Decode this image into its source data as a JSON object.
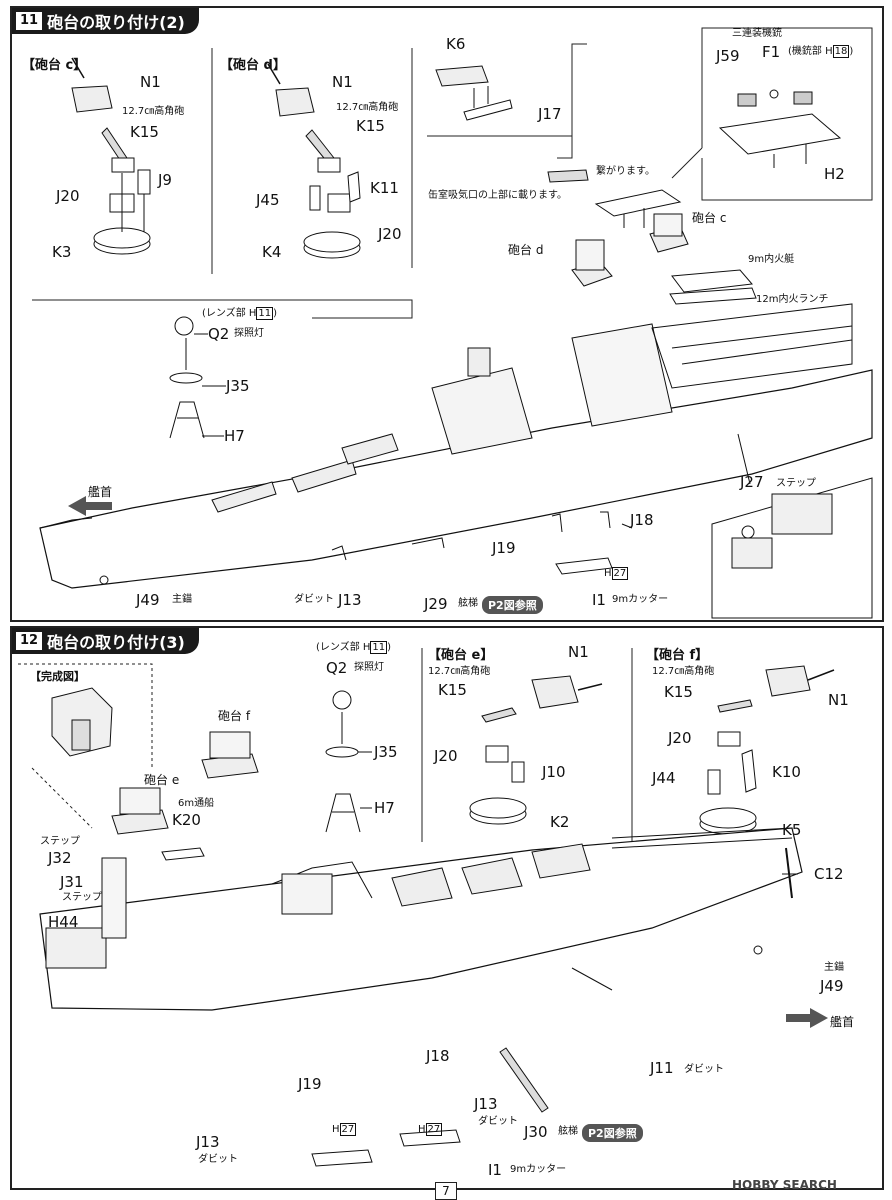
{
  "step11": {
    "number": "11",
    "title": "砲台の取り付け(2)",
    "group_c": "【砲台 c】",
    "group_d": "【砲台 d】",
    "c_parts": {
      "n1": "N1",
      "gun": "12.7㎝高角砲",
      "k15": "K15",
      "j9": "J9",
      "j20": "J20",
      "k3": "K3"
    },
    "d_parts": {
      "n1": "N1",
      "gun": "12.7㎝高角砲",
      "k15": "K15",
      "j45": "J45",
      "k11": "K11",
      "j20": "J20",
      "k4": "K4"
    },
    "funnel": {
      "k6": "K6",
      "j17": "J17",
      "note": "缶室吸気口の上部に載ります。"
    },
    "mg": {
      "title": "三連装機銃",
      "j59": "J59",
      "f1": "F1",
      "f1_note": "(機銃部 H",
      "f1_box": "18",
      "f1_close": ")",
      "h2": "H2",
      "connect": "繋がります。"
    },
    "mount_labels": {
      "d": "砲台 d",
      "c": "砲台 c"
    },
    "boats": {
      "launch9": "9m内火艇",
      "launch12": "12m内火ランチ"
    },
    "light": {
      "lens": "(レンズ部 H",
      "lens_box": "11",
      "lens_close": ")",
      "q2": "Q2",
      "q2_desc": "探照灯",
      "j35": "J35",
      "h7": "H7"
    },
    "bow": "艦首",
    "bottom": {
      "j49": "J49",
      "j49_desc": "主錨",
      "davit": "ダビット",
      "j13": "J13",
      "j29": "J29",
      "j29_desc": "舷梯",
      "ref": "P2図参照",
      "j19": "J19",
      "h27_label": "H",
      "h27_box": "27",
      "j18": "J18",
      "i1": "I1",
      "i1_desc": "9mカッター",
      "j27": "J27",
      "j27_desc": "ステップ"
    }
  },
  "step12": {
    "number": "12",
    "title": "砲台の取り付け(3)",
    "complete": "【完成図】",
    "group_e": "【砲台 e】",
    "group_f": "【砲台 f】",
    "light": {
      "lens": "(レンズ部 H",
      "lens_box": "11",
      "lens_close": ")",
      "q2": "Q2",
      "q2_desc": "探照灯",
      "j35": "J35",
      "h7": "H7"
    },
    "e_parts": {
      "gun": "12.7㎝高角砲",
      "n1": "N1",
      "k15": "K15",
      "j20": "J20",
      "j10": "J10",
      "k2": "K2"
    },
    "f_parts": {
      "gun": "12.7㎝高角砲",
      "k15": "K15",
      "n1": "N1",
      "j20": "J20",
      "j44": "J44",
      "k10": "K10",
      "k5": "K5"
    },
    "mount_labels": {
      "f": "砲台 f",
      "e": "砲台 e"
    },
    "boat6": "6m通船",
    "k20": "K20",
    "left": {
      "step1": "ステップ",
      "j32": "J32",
      "j31": "J31",
      "step2": "ステップ",
      "h44": "H44"
    },
    "c12": "C12",
    "anchor": {
      "desc": "主錨",
      "j49": "J49"
    },
    "bow": "艦首",
    "bottom": {
      "j18": "J18",
      "j11": "J11",
      "j11_desc": "ダビット",
      "j19": "J19",
      "h27_label": "H",
      "h27_box": "27",
      "h27b_label": "H",
      "h27b_box": "27",
      "j13a": "J13",
      "j13a_desc": "ダビット",
      "j30": "J30",
      "j30_desc": "舷梯",
      "ref": "P2図参照",
      "j13b": "J13",
      "j13b_desc": "ダビット",
      "i1": "I1",
      "i1_desc": "9mカッター"
    }
  },
  "page_number": "7",
  "watermark": "HOBBY SEARCH"
}
